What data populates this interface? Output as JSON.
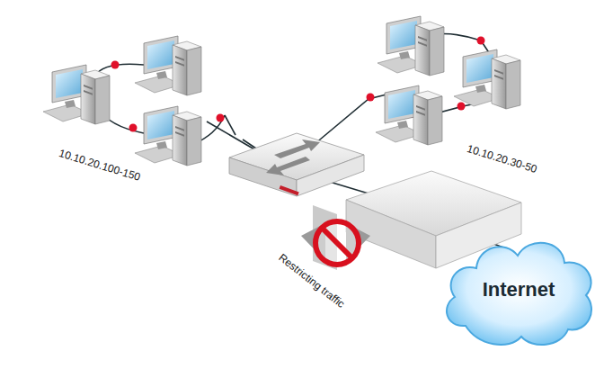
{
  "diagram": {
    "nodes": [
      {
        "text": [
          "Internet"
        ]
      }
    ],
    "labels": [
      "10.10.20.100-150",
      "10.10.20.30-50",
      "Restricting traffic"
    ]
  }
}
